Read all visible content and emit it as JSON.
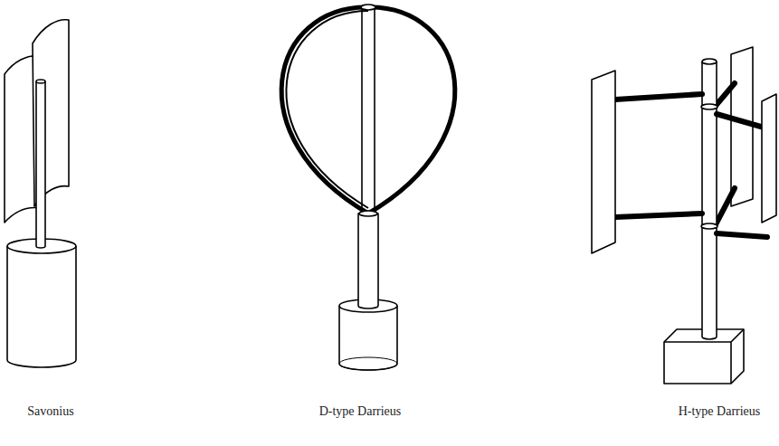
{
  "diagram": {
    "labels": [
      "Savonius",
      "D-type Darrieus",
      "H-type Darrieus"
    ]
  }
}
